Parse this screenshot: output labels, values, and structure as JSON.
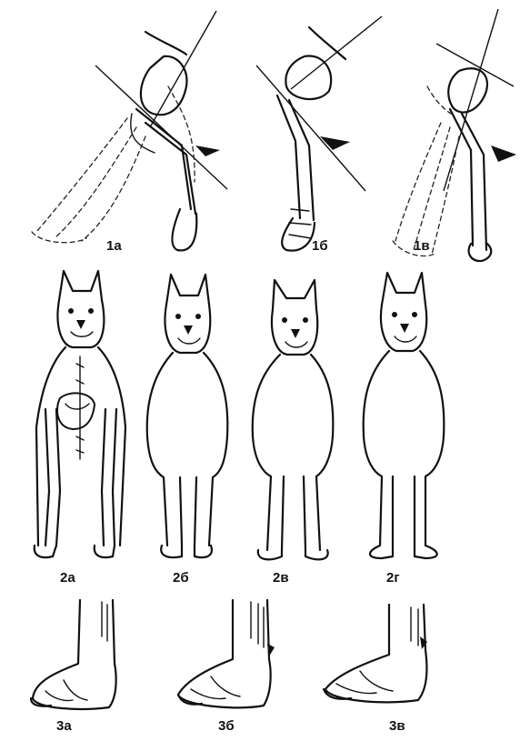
{
  "panels": {
    "row1": [
      "1а",
      "1б",
      "1в"
    ],
    "row2": [
      "2а",
      "2б",
      "2в",
      "2г"
    ],
    "row3": [
      "3а",
      "3б",
      "3в"
    ]
  }
}
